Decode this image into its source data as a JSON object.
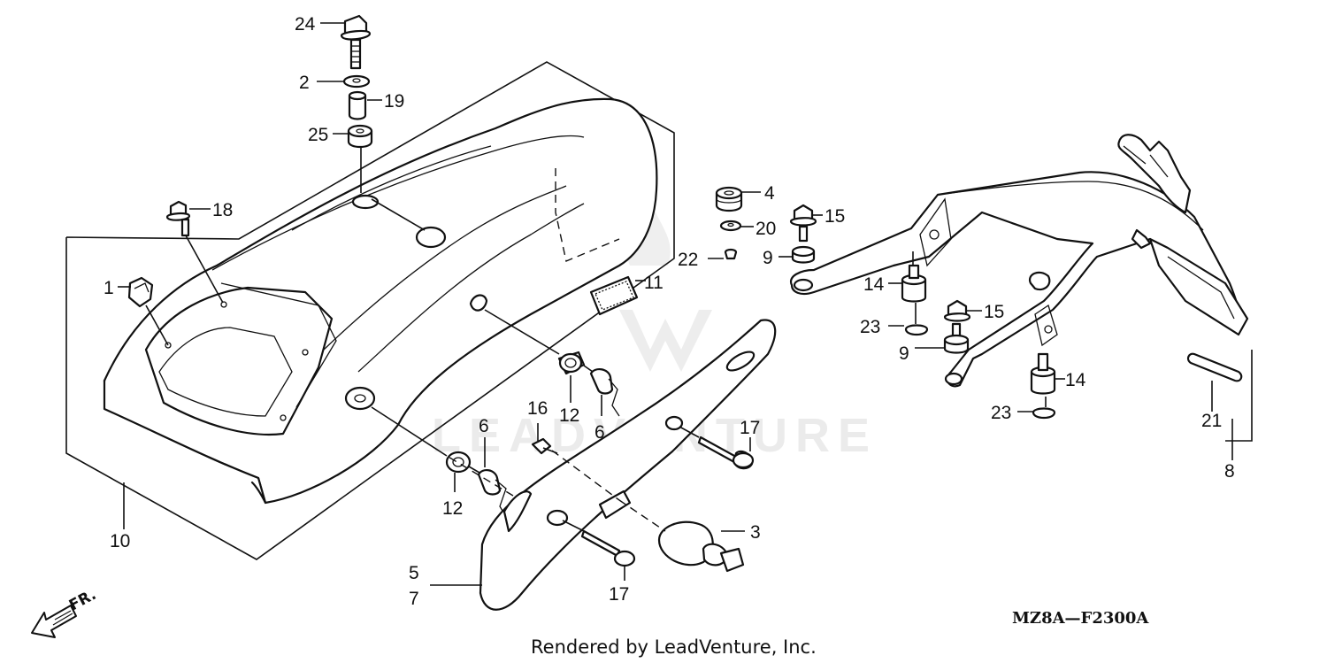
{
  "watermark": {
    "text": "LEADVENTURE"
  },
  "callouts": {
    "c24": "24",
    "c2": "2",
    "c19": "19",
    "c25": "25",
    "c18": "18",
    "c1": "1",
    "c4": "4",
    "c20": "20",
    "c22": "22",
    "c15a": "15",
    "c9a": "9",
    "c11": "11",
    "c14a": "14",
    "c23a": "23",
    "c15b": "15",
    "c9b": "9",
    "c14b": "14",
    "c23b": "23",
    "c21": "21",
    "c8": "8",
    "c12a": "12",
    "c6a": "6",
    "c16": "16",
    "c17a": "17",
    "c6b": "6",
    "c12b": "12",
    "c3": "3",
    "c5": "5",
    "c7": "7",
    "c17b": "17",
    "c10": "10"
  },
  "direction_label": "FR.",
  "diagram_code": "MZ8A—F2300A",
  "credit": "Rendered by LeadVenture, Inc."
}
